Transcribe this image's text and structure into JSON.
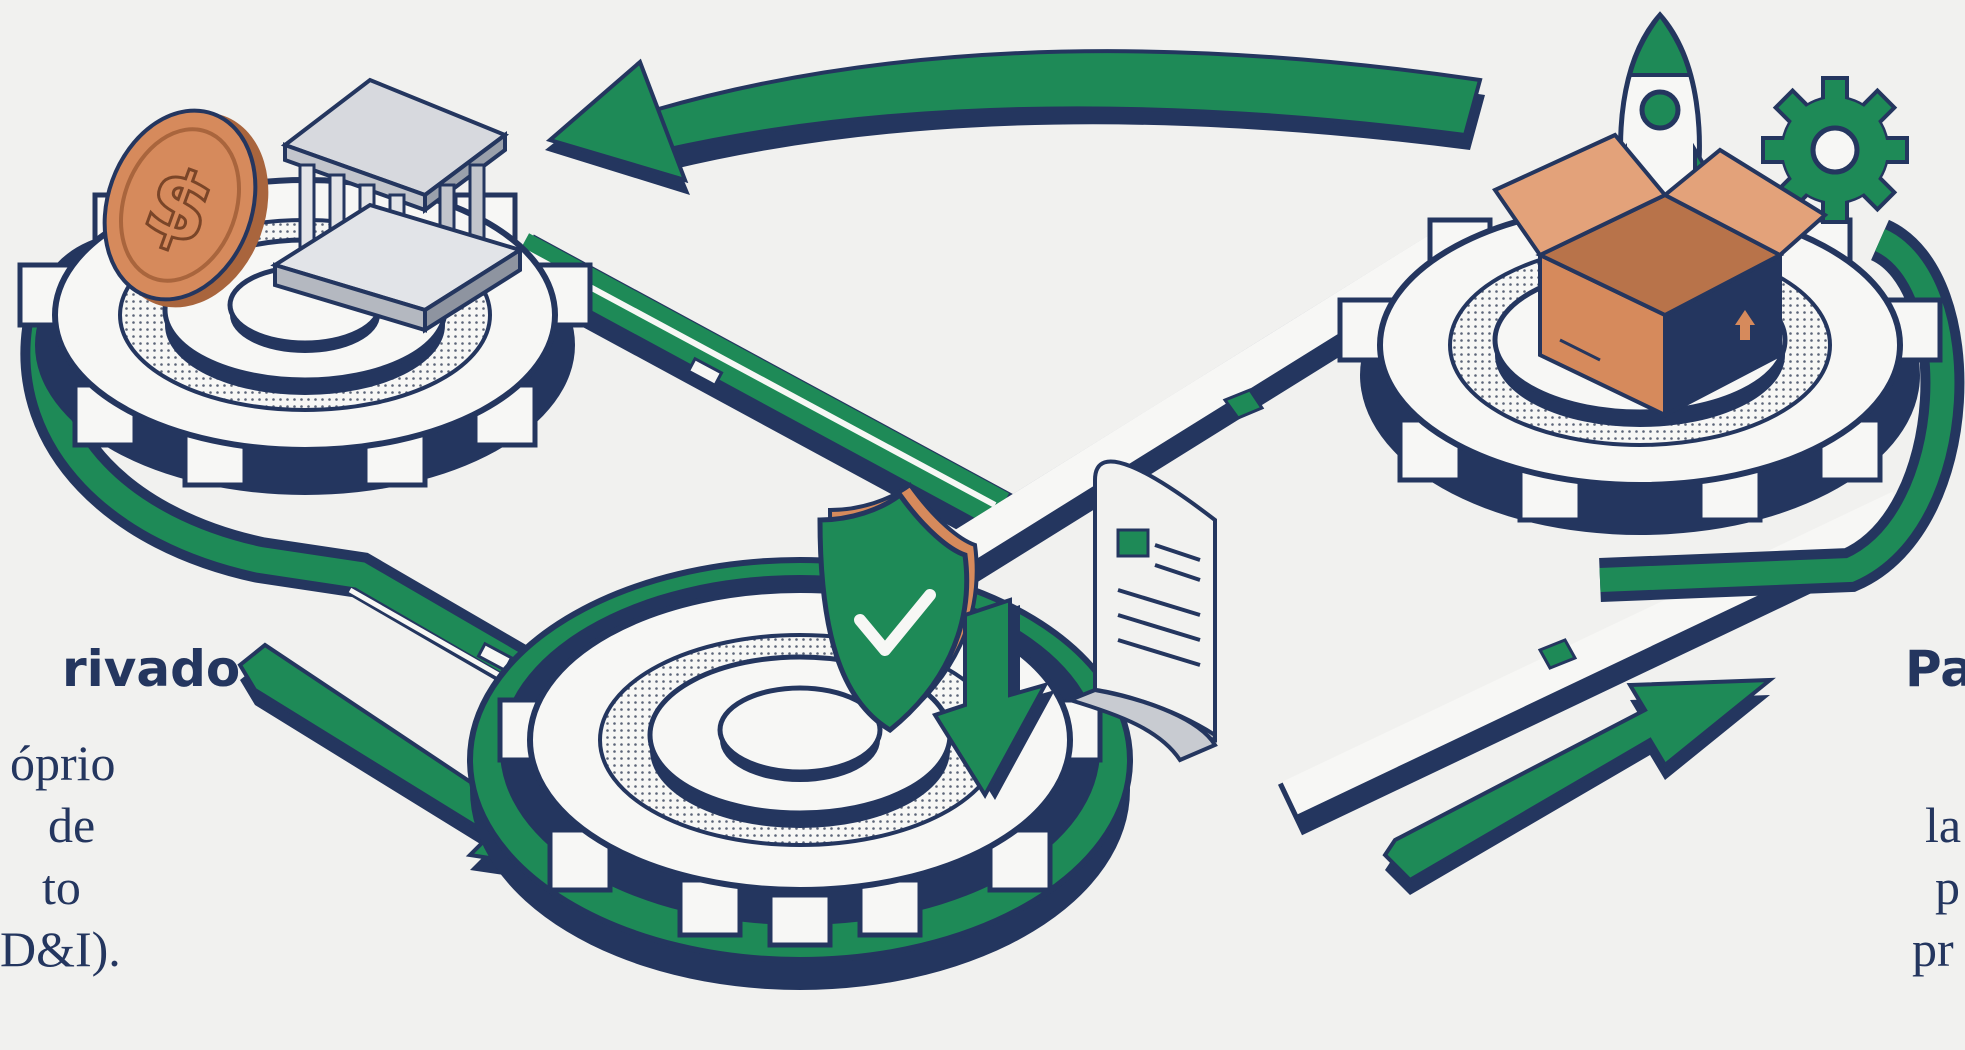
{
  "left_caption": {
    "title": "rivado",
    "lines": [
      "óprio",
      "de",
      "to",
      "D&I)."
    ]
  },
  "right_caption": {
    "title": "Pa",
    "lines": [
      "la",
      "p",
      "pr"
    ]
  },
  "colors": {
    "green": "#1e8a57",
    "navy": "#24365f",
    "copper": "#d68a5c",
    "gear_face": "#f7f7f5",
    "background": "#f1f1ef"
  },
  "icons": [
    "coin-dollar-icon",
    "bank-building-icon",
    "rocket-icon",
    "gear-icon",
    "box-icon",
    "shield-check-icon",
    "download-arrow-icon",
    "document-scroll-icon"
  ]
}
